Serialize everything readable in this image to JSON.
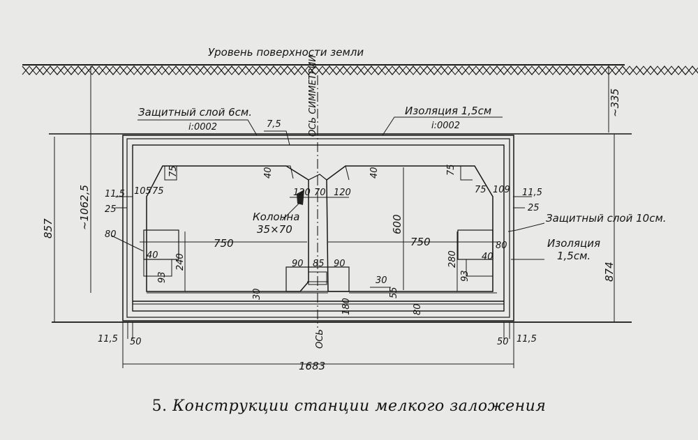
{
  "labels": {
    "ground_level": "Уровень поверхности земли",
    "protect_top": "Защитный слой 6см.",
    "slope_left": "i:0002",
    "insulation_top": "Изоляция 1,5см",
    "slope_right": "i:0002",
    "symmetry_axis": "ОСЬ СИММЕТРИИ",
    "column": "Колонна",
    "column_size": "35×70",
    "protect_side": "Защитный слой 10см.",
    "insulation_side": "Изоляция",
    "insulation_side_thick": "1,5см.",
    "axis_bottom": "ОСЬ"
  },
  "dimensions": {
    "d_335": "~335",
    "d_10625": "~1062,5",
    "d_857": "857",
    "d_874": "874",
    "d_1683": "1683",
    "d_750_left": "750",
    "d_750_right": "750",
    "d_600": "600",
    "d_75_top": "7,5",
    "d_40_left": "40",
    "d_40_right": "40",
    "d_75_lc": "75",
    "d_75_rc": "75",
    "d_105": "105",
    "d_75_l2": "75",
    "d_115_l": "11,5",
    "d_25_l": "25",
    "d_80_l": "80",
    "d_40_l": "40",
    "d_240": "240",
    "d_93_l": "93",
    "d_120_l": "120",
    "d_70": "70",
    "d_120_r": "120",
    "d_75_r2": "75",
    "d_109": "109",
    "d_115_r": "11,5",
    "d_25_r": "25",
    "d_80_r": "80",
    "d_280": "280",
    "d_40_r": "40",
    "d_93_r": "93",
    "d_90_l": "90",
    "d_85": "85",
    "d_90_r": "90",
    "d_30_l": "30",
    "d_30_r": "30",
    "d_55": "55",
    "d_180": "180",
    "d_80_b": "80",
    "d_115_bl": "11,5",
    "d_50_l": "50",
    "d_50_r": "50",
    "d_115_br": "11,5"
  },
  "caption": {
    "number": "5.",
    "text": "Конструкции станции мелкого заложения"
  }
}
